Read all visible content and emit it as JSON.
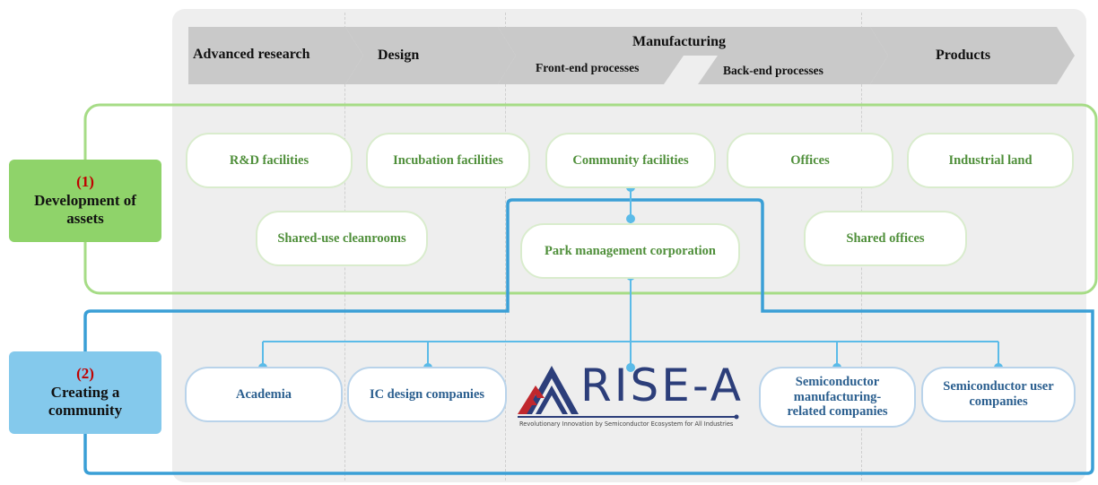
{
  "stages": {
    "advanced_research": "Advanced research",
    "design": "Design",
    "manufacturing": "Manufacturing",
    "front_end": "Front-end processes",
    "back_end": "Back-end processes",
    "products": "Products"
  },
  "section1": {
    "number": "(1)",
    "title": "Development of assets",
    "color": "#8fd36a",
    "assets": {
      "rd": "R&D facilities",
      "incubation": "Incubation facilities",
      "community_fac": "Community facilities",
      "offices": "Offices",
      "industrial_land": "Industrial land",
      "cleanrooms": "Shared-use cleanrooms",
      "park_mgmt": "Park management corporation",
      "shared_offices": "Shared offices"
    }
  },
  "section2": {
    "number": "(2)",
    "title": "Creating a community",
    "color": "#84c9ec",
    "members": {
      "academia": "Academia",
      "ic_design": "IC design companies",
      "semi_mfg": "Semiconductor manufacturing-related companies",
      "semi_user": "Semiconductor user companies"
    }
  },
  "logo": {
    "name": "RISE-A",
    "tagline": "Revolutionary Innovation by Semiconductor Ecosystem for All Industries"
  },
  "colors": {
    "green_frame": "#a6dc86",
    "blue_frame": "#3a9fd6",
    "connector": "#5bbbe8",
    "arrow": "#c8c8c8"
  }
}
